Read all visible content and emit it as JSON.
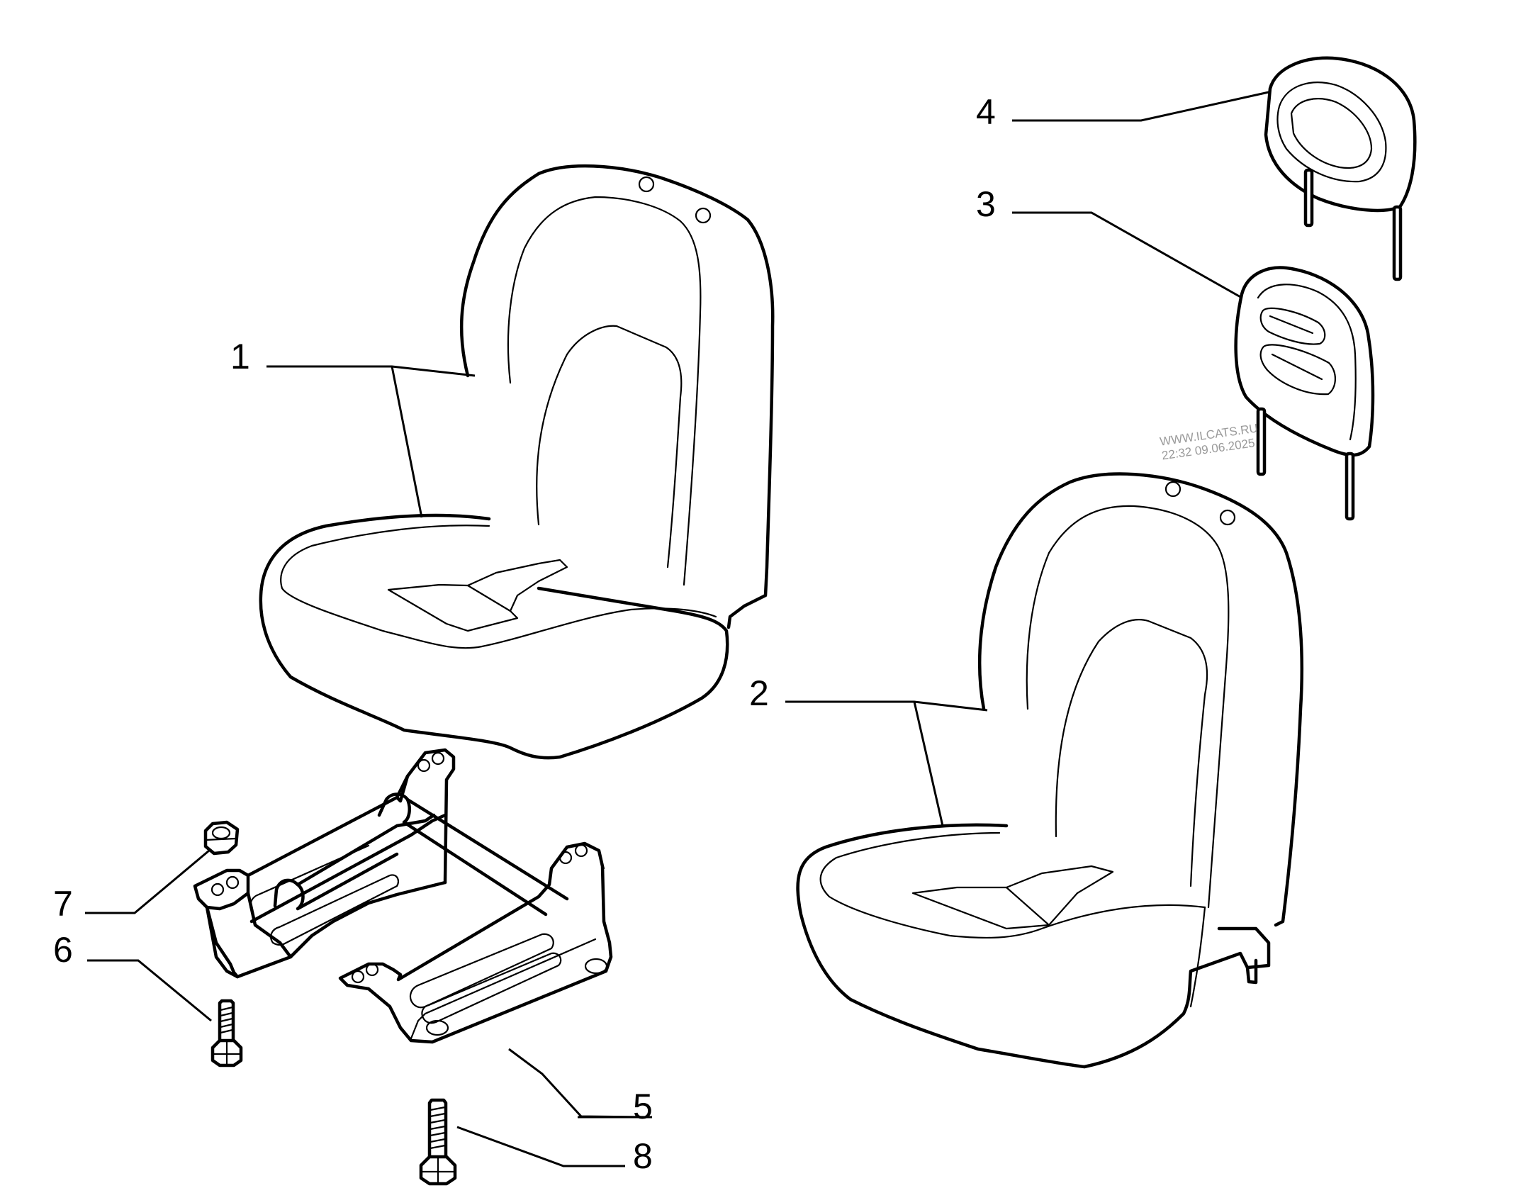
{
  "callouts": [
    {
      "id": "1",
      "label": "1",
      "part": "seat-1"
    },
    {
      "id": "2",
      "label": "2",
      "part": "seat-2"
    },
    {
      "id": "3",
      "label": "3",
      "part": "headrest-3"
    },
    {
      "id": "4",
      "label": "4",
      "part": "headrest-4"
    },
    {
      "id": "5",
      "label": "5",
      "part": "seat-frame"
    },
    {
      "id": "6",
      "label": "6",
      "part": "bolt-6"
    },
    {
      "id": "7",
      "label": "7",
      "part": "nut"
    },
    {
      "id": "8",
      "label": "8",
      "part": "bolt-8"
    }
  ],
  "watermark": {
    "line1": "WWW.ILCATS.RU",
    "line2": "22:32 09.06.2025"
  }
}
